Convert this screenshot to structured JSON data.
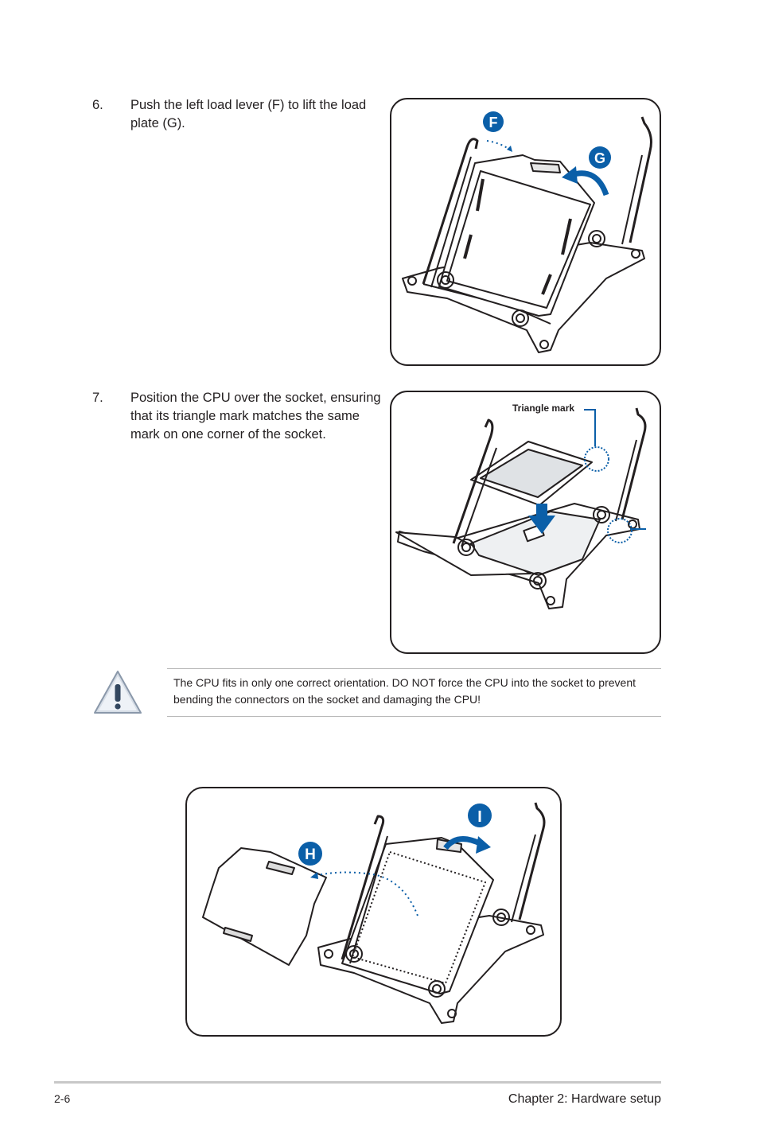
{
  "steps": [
    {
      "number": "6.",
      "text": "Push the left load lever (F) to lift the load plate (G)."
    },
    {
      "number": "7.",
      "text": "Position the CPU over the socket, ensuring that its triangle mark matches the same mark on one corner of the socket."
    }
  ],
  "figures": {
    "fig1": {
      "callouts": [
        "F",
        "G"
      ]
    },
    "fig2": {
      "label": "Triangle mark"
    },
    "fig3": {
      "callouts": [
        "H",
        "I"
      ]
    }
  },
  "notice": {
    "icon": "warning-triangle-icon",
    "text": "The CPU fits in only one correct orientation. DO NOT force the CPU into the socket to prevent bending the connectors on the socket and damaging the CPU!"
  },
  "footer": {
    "page": "2-6",
    "chapter": "Chapter 2:  Hardware setup"
  },
  "colors": {
    "callout_blue": "#0b5fa8",
    "line": "#231f20",
    "socket_gray": "#cfd2d4"
  }
}
